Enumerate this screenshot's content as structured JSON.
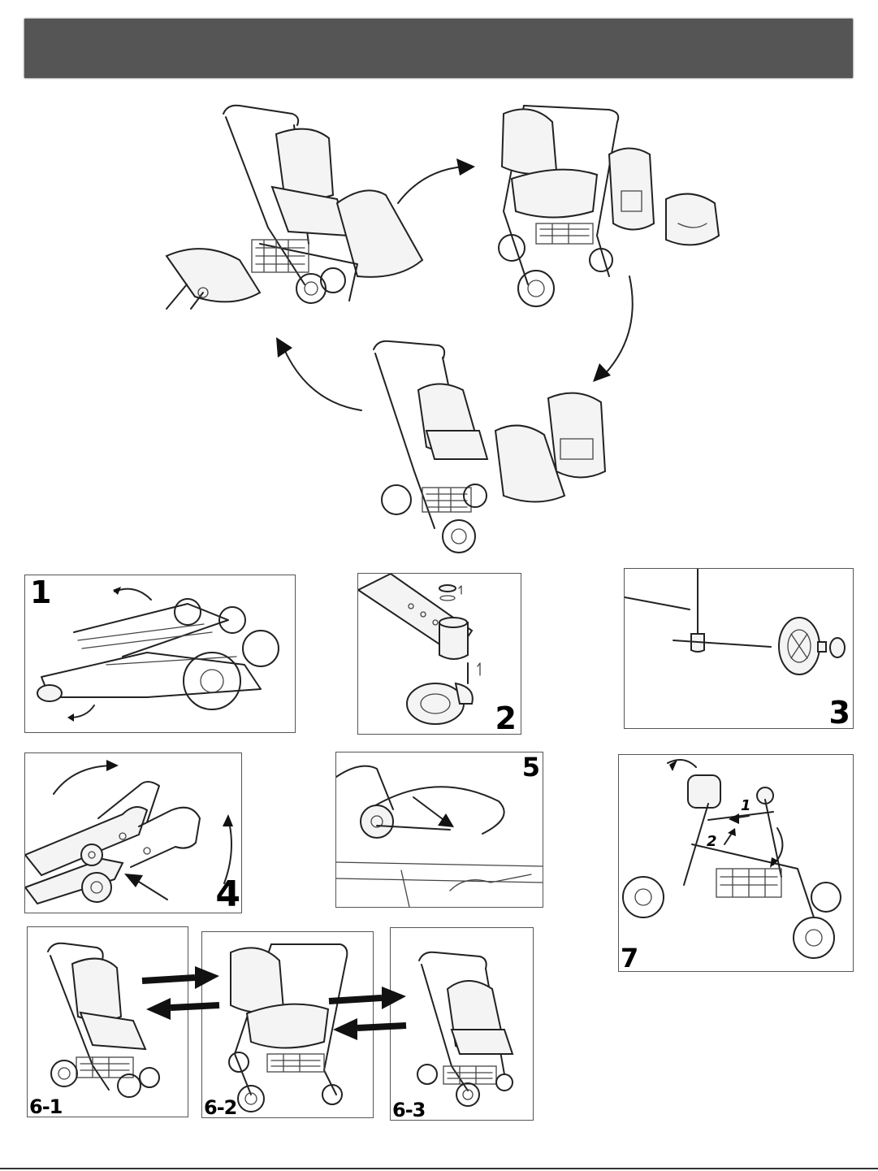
{
  "header": {
    "color": "#555555"
  },
  "icons": {
    "hero": "stroller-conversion-cycle-illustration",
    "arrow": "curved-arrow-icon"
  },
  "steps": [
    {
      "id": "1",
      "label": "1",
      "icon": "folded-stroller-icon"
    },
    {
      "id": "2",
      "label": "2",
      "icon": "front-wheel-attach-icon"
    },
    {
      "id": "3",
      "label": "3",
      "icon": "rear-wheel-attach-icon"
    },
    {
      "id": "4",
      "label": "4",
      "icon": "handle-adjust-icon"
    },
    {
      "id": "5",
      "label": "5",
      "icon": "canopy-release-icon"
    },
    {
      "id": "6-1",
      "label": "6-1",
      "icon": "stroller-seat-mode-icon"
    },
    {
      "id": "6-2",
      "label": "6-2",
      "icon": "stroller-carrycot-mode-icon"
    },
    {
      "id": "6-3",
      "label": "6-3",
      "icon": "stroller-car-seat-mode-icon"
    },
    {
      "id": "7",
      "label": "7",
      "icon": "stroller-fold-icon",
      "callouts": [
        "1",
        "2"
      ]
    }
  ]
}
